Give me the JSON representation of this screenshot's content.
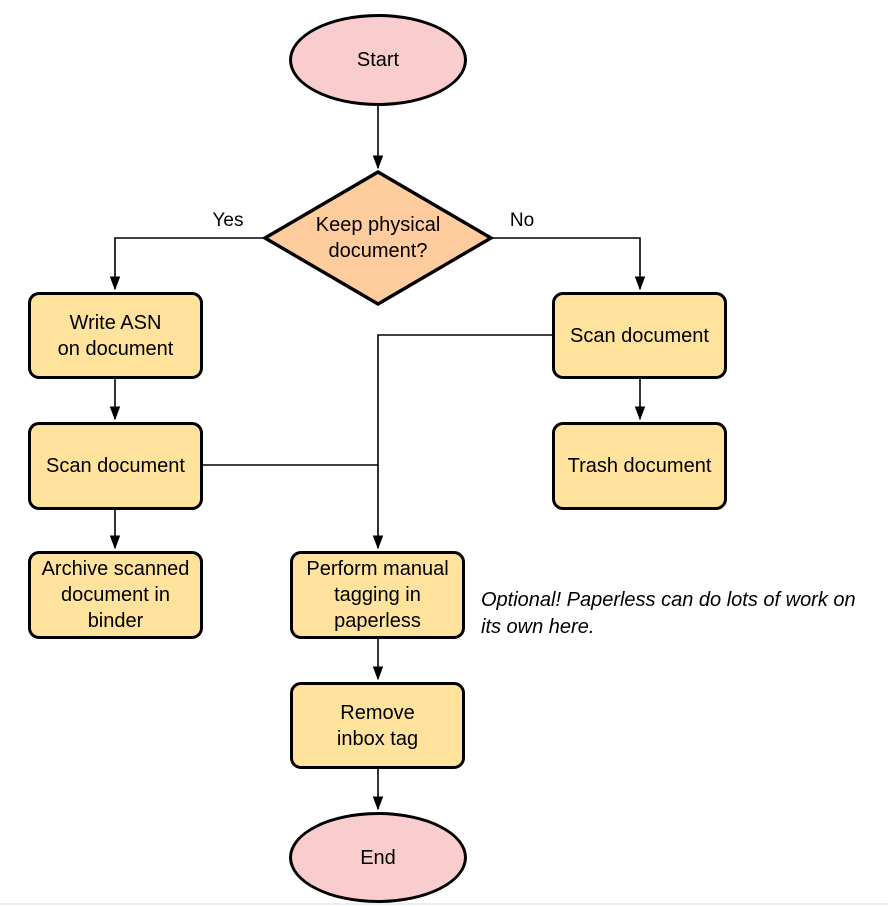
{
  "colors": {
    "background": "#ffffff",
    "stroke": "#000000",
    "terminator-fill": "#f9cdcd",
    "decision-fill": "#ffcc9e",
    "process-fill": "#ffe29b",
    "footer-line": "#efecec"
  },
  "nodes": {
    "start": {
      "label": "Start"
    },
    "decision": {
      "label": "Keep physical\ndocument?"
    },
    "write_asn": {
      "label": "Write ASN\non document"
    },
    "scan_left": {
      "label": "Scan document"
    },
    "archive": {
      "label": "Archive scanned\ndocument in\nbinder"
    },
    "scan_right": {
      "label": "Scan document"
    },
    "trash": {
      "label": "Trash document"
    },
    "perform_tagging": {
      "label": "Perform manual\ntagging in\npaperless"
    },
    "remove_inbox": {
      "label": "Remove\ninbox tag"
    },
    "end": {
      "label": "End"
    }
  },
  "edge_labels": {
    "yes": "Yes",
    "no": "No"
  },
  "annotation": {
    "text": "Optional! Paperless can do lots of work on\nits own here."
  }
}
